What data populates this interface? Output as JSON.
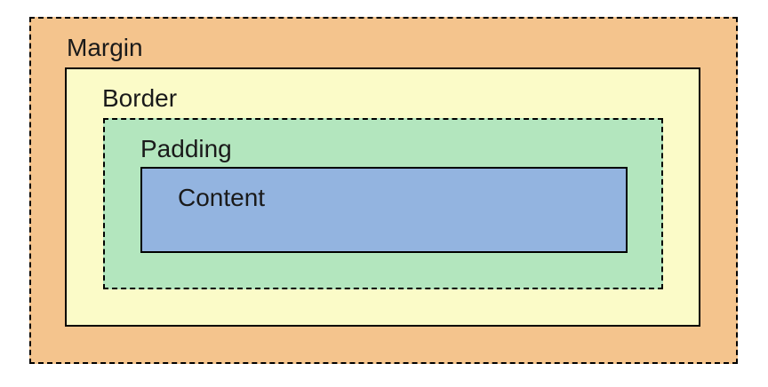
{
  "diagram": {
    "type": "css-box-model",
    "border_color": "#000000",
    "text_color": "#1a1a1a",
    "background": "#ffffff",
    "boxes": [
      {
        "id": "margin",
        "label": "Margin",
        "fill": "#f4c48d",
        "border_style": "dashed"
      },
      {
        "id": "border",
        "label": "Border",
        "fill": "#fbfbc8",
        "border_style": "solid"
      },
      {
        "id": "padding",
        "label": "Padding",
        "fill": "#b3e6be",
        "border_style": "dashed"
      },
      {
        "id": "content",
        "label": "Content",
        "fill": "#93b4e0",
        "border_style": "solid"
      }
    ]
  }
}
